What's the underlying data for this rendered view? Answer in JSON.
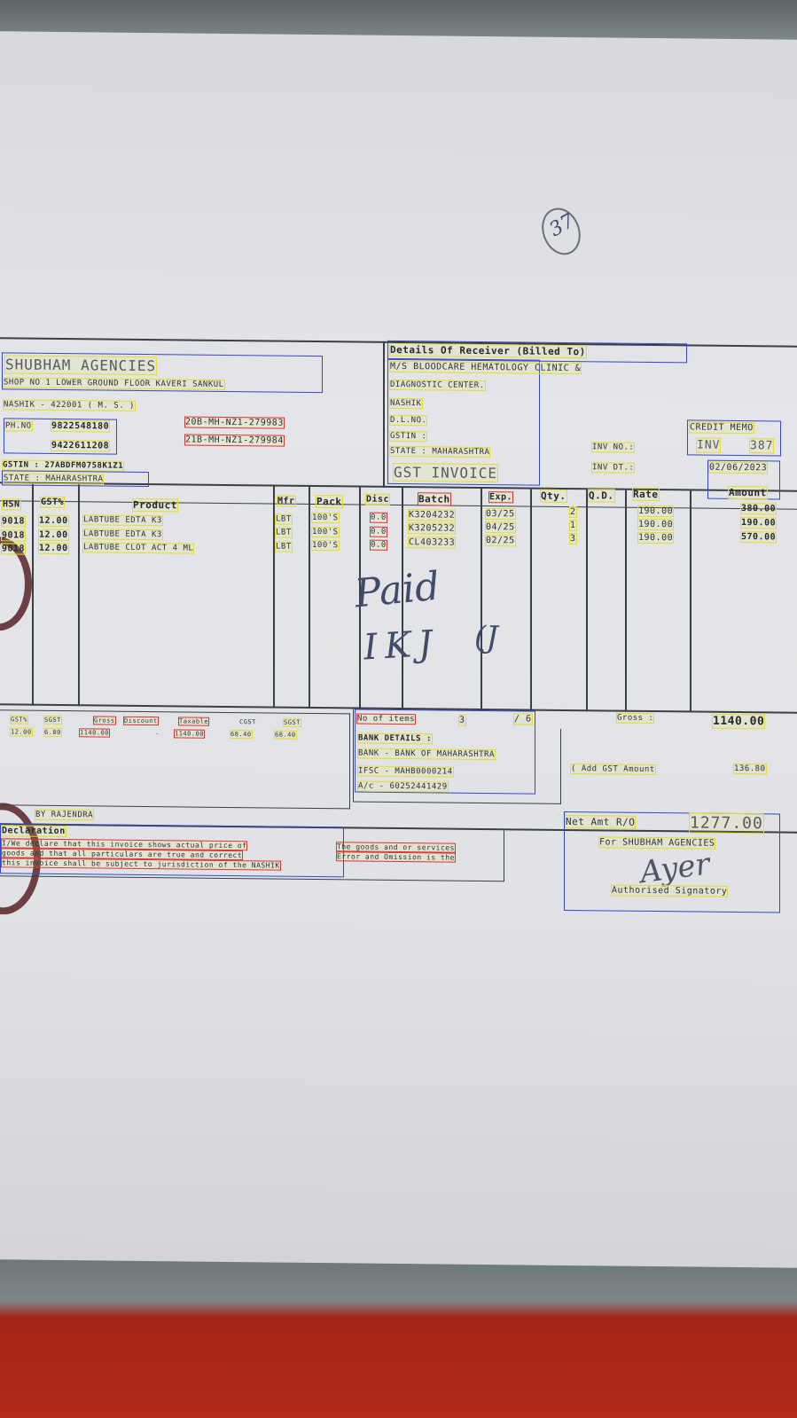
{
  "page_number": "37",
  "supplier": {
    "name": "SHUBHAM AGENCIES",
    "address": "SHOP NO 1 LOWER GROUND FLOOR KAVERI SANKUL",
    "city": "NASHIK - 422001 ( M. S. )",
    "phone_label": "PH.NO",
    "phone1": "9822548180",
    "phone2": "9422611208",
    "dl1": "20B-MH-NZ1-279983",
    "dl2": "21B-MH-NZ1-279984",
    "gstin": "GSTIN : 27ABDFM0758K1Z1",
    "state": "STATE : MAHARASHTRA"
  },
  "receiver": {
    "heading": "Details Of Receiver (Billed To)",
    "name": "M/S BLOODCARE HEMATOLOGY CLINIC &",
    "line2": "DIAGNOSTIC CENTER.",
    "city": "NASHIK",
    "dl": "D.L.NO.",
    "gstin": "GSTIN :",
    "state": "STATE : MAHARASHTRA"
  },
  "invoice": {
    "title": "GST INVOICE",
    "memo": "CREDIT MEMO",
    "inv_label": "INV",
    "inv_no": "387",
    "inv_no_label": "INV NO.:",
    "inv_dt_label": "INV DT.:",
    "date": "02/06/2023"
  },
  "table": {
    "headers": [
      "HSN",
      "GST%",
      "Product",
      "Mfr",
      "Pack",
      "Disc",
      "Batch",
      "Exp.",
      "Qty.",
      "Q.D.",
      "Rate",
      "Amount"
    ],
    "rows": [
      {
        "hsn": "9018",
        "gst": "12.00",
        "product": "LABTUBE EDTA K3",
        "mfr": "LBT",
        "pack": "100'S",
        "disc": "0.0",
        "batch": "K3204232",
        "exp": "03/25",
        "qty": "2",
        "rate": "190.00",
        "amount": "380.00"
      },
      {
        "hsn": "9018",
        "gst": "12.00",
        "product": "LABTUBE EDTA K3",
        "mfr": "LBT",
        "pack": "100'S",
        "disc": "0.0",
        "batch": "K3205232",
        "exp": "04/25",
        "qty": "1",
        "rate": "190.00",
        "amount": "190.00"
      },
      {
        "hsn": "9018",
        "gst": "12.00",
        "product": "LABTUBE CLOT ACT 4 ML",
        "mfr": "LBT",
        "pack": "100'S",
        "disc": "0.0",
        "batch": "CL403233",
        "exp": "02/25",
        "qty": "3",
        "rate": "190.00",
        "amount": "570.00"
      }
    ]
  },
  "handwriting": {
    "paid": "Paid",
    "initials": "IKJ",
    "tick": "(J"
  },
  "tax_summary": {
    "headers": [
      "GST%",
      "SGST",
      "Gross",
      "Discount",
      "Taxable",
      "CGST",
      "SGST"
    ],
    "values": [
      "12.00",
      "6.00",
      "1140.00",
      "-",
      "1140.00",
      "68.40",
      "68.40"
    ]
  },
  "items": {
    "label": "No of items",
    "count": "3",
    "sep": "/ 6"
  },
  "bank": {
    "heading": "BANK DETAILS :",
    "bank": "BANK - BANK OF MAHARASHTRA",
    "ifsc": "IFSC - MAHB0000214",
    "ac": "A/c - 60252441429"
  },
  "totals": {
    "gross_label": "Gross :",
    "gross": "1140.00",
    "gst_label": "( Add GST Amount",
    "gst": "136.80",
    "net_label": "Net Amt R/O",
    "net": "1277.00"
  },
  "by": "BY RAJENDRA",
  "declaration": {
    "heading": "Declaration",
    "line1": "I/We declare that this invoice shows actual price of",
    "line2": "goods and that all particulars are true and correct",
    "line3": "this invoice shall be subject to jurisdiction of the NASHIK",
    "right1": "The goods and or services",
    "right2": "Error and Omission is the"
  },
  "signature": {
    "for": "For SHUBHAM AGENCIES",
    "label": "Authorised Signatory",
    "scribble": "Ayer"
  }
}
